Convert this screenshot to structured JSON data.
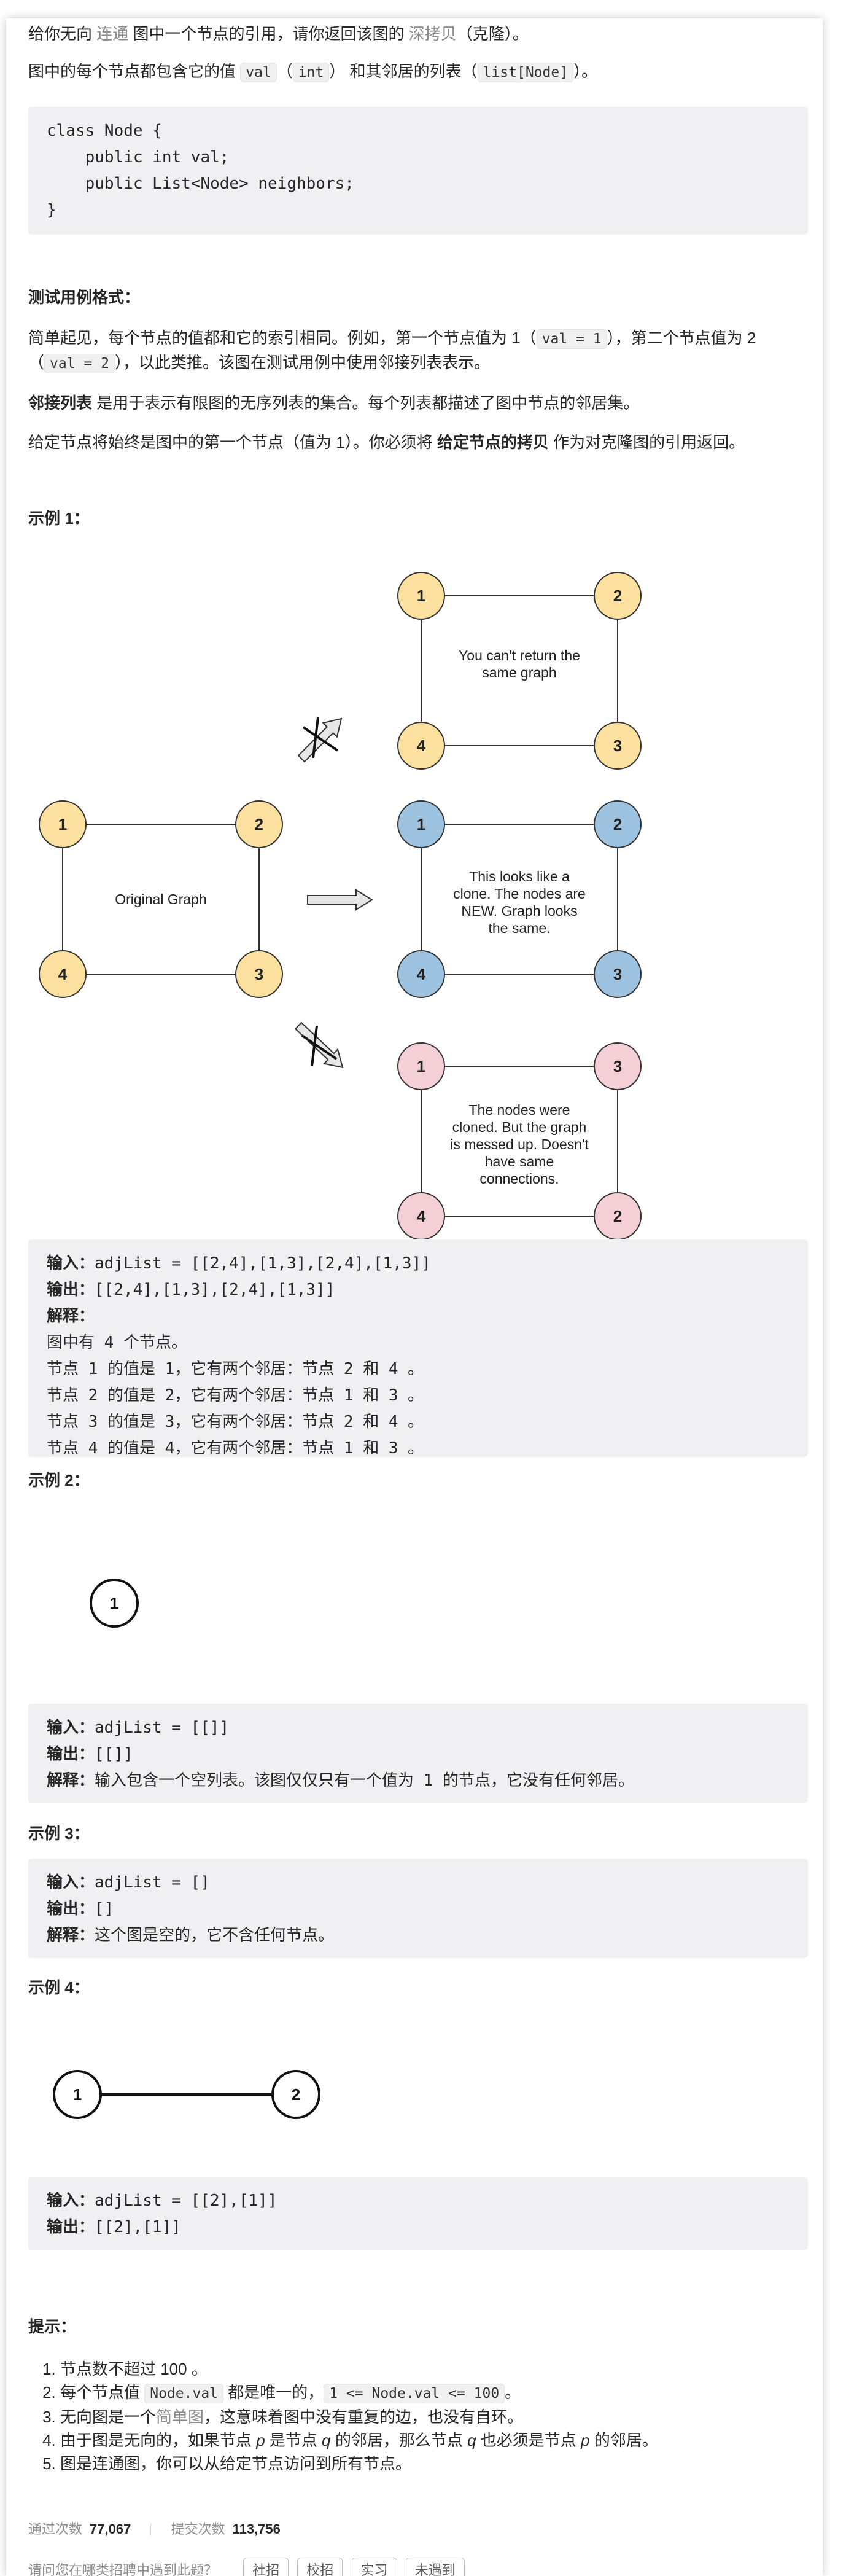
{
  "intro": {
    "line1_a": "给你无向 ",
    "line1_link1": "连通",
    "line1_b": " 图中一个节点的引用，请你返回该图的 ",
    "line1_link2": "深拷贝",
    "line1_c": "（克隆）。",
    "line2_a": "图中的每个节点都包含它的值 ",
    "line2_code1": "val",
    "line2_b": "（",
    "line2_code2": "int",
    "line2_c": "） 和其邻居的列表（",
    "line2_code3": "list[Node]",
    "line2_d": "）。"
  },
  "class_code": "class Node {\n    public int val;\n    public List<Node> neighbors;\n}",
  "test_format": {
    "heading": "测试用例格式：",
    "p1_a": "简单起见，每个节点的值都和它的索引相同。例如，第一个节点值为 1（",
    "p1_code1": "val = 1",
    "p1_b": "），第二个节点值为 2",
    "p1_c": "（",
    "p1_code2": "val = 2",
    "p1_d": "），以此类推。该图在测试用例中使用邻接列表表示。",
    "p2_bold": "邻接列表",
    "p2_rest": " 是用于表示有限图的无序列表的集合。每个列表都描述了图中节点的邻居集。",
    "p3_a": "给定节点将始终是图中的第一个节点（值为 1）。你必须将 ",
    "p3_bold": "给定节点的拷贝",
    "p3_b": " 作为对克隆图的引用返回。"
  },
  "example1": {
    "heading": "示例 1：",
    "diagram": {
      "original_label": "Original Graph",
      "top_label": [
        "You can't return the",
        "same graph"
      ],
      "mid_label": [
        "This looks like a",
        "clone. The nodes are",
        "NEW. Graph looks",
        "the same."
      ],
      "bottom_label": [
        "The nodes were",
        "cloned. But the graph",
        "is messed up. Doesn't",
        "have same",
        "connections."
      ],
      "original_nodes": [
        "1",
        "2",
        "4",
        "3"
      ],
      "top_nodes": [
        "1",
        "2",
        "4",
        "3"
      ],
      "mid_nodes": [
        "1",
        "2",
        "4",
        "3"
      ],
      "bottom_nodes": [
        "1",
        "3",
        "4",
        "2"
      ],
      "colors": {
        "yellow": "#fbe0a0",
        "blue": "#9ec3e0",
        "pink": "#f4cfd6",
        "stroke": "#333333"
      }
    },
    "input_label": "输入：",
    "input_value": "adjList = [[2,4],[1,3],[2,4],[1,3]]",
    "output_label": "输出：",
    "output_value": "[[2,4],[1,3],[2,4],[1,3]]",
    "explain_label": "解释：",
    "explain_lines": [
      "图中有 4 个节点。",
      "节点 1 的值是 1，它有两个邻居：节点 2 和 4 。",
      "节点 2 的值是 2，它有两个邻居：节点 1 和 3 。",
      "节点 3 的值是 3，它有两个邻居：节点 2 和 4 。",
      "节点 4 的值是 4，它有两个邻居：节点 1 和 3 。"
    ]
  },
  "example2": {
    "heading": "示例 2：",
    "node": "1",
    "input_label": "输入：",
    "input_value": "adjList = [[]]",
    "output_label": "输出：",
    "output_value": "[[]]",
    "explain_label": "解释：",
    "explain_text": "输入包含一个空列表。该图仅仅只有一个值为 1 的节点，它没有任何邻居。"
  },
  "example3": {
    "heading": "示例 3：",
    "input_label": "输入：",
    "input_value": "adjList = []",
    "output_label": "输出：",
    "output_value": "[]",
    "explain_label": "解释：",
    "explain_text": "这个图是空的，它不含任何节点。"
  },
  "example4": {
    "heading": "示例 4：",
    "nodes": [
      "1",
      "2"
    ],
    "input_label": "输入：",
    "input_value": "adjList = [[2],[1]]",
    "output_label": "输出：",
    "output_value": "[[2],[1]]"
  },
  "hints": {
    "heading": "提示：",
    "items": [
      {
        "a": "节点数不超过 100 。"
      },
      {
        "a": "每个节点值 ",
        "code1": "Node.val",
        "b": " 都是唯一的，",
        "code2": "1 <= Node.val <= 100",
        "c": "。"
      },
      {
        "a": "无向图是一个",
        "link": "简单图",
        "b": "，这意味着图中没有重复的边，也没有自环。"
      },
      {
        "a": "由于图是无向的，如果节点 ",
        "i1": "p",
        "b": " 是节点 ",
        "i2": "q",
        "c": " 的邻居，那么节点 ",
        "i3": "q",
        "d": " 也必须是节点 ",
        "i4": "p",
        "e": " 的邻居。"
      },
      {
        "a": "图是连通图，你可以从给定节点访问到所有节点。"
      }
    ]
  },
  "stats": {
    "passed_label": "通过次数",
    "passed_value": "77,067",
    "submitted_label": "提交次数",
    "submitted_value": "113,756"
  },
  "footer": {
    "partial_text": "请问您在哪类招聘中遇到此题？",
    "buttons": [
      "社招",
      "校招",
      "实习",
      "未遇到"
    ]
  }
}
